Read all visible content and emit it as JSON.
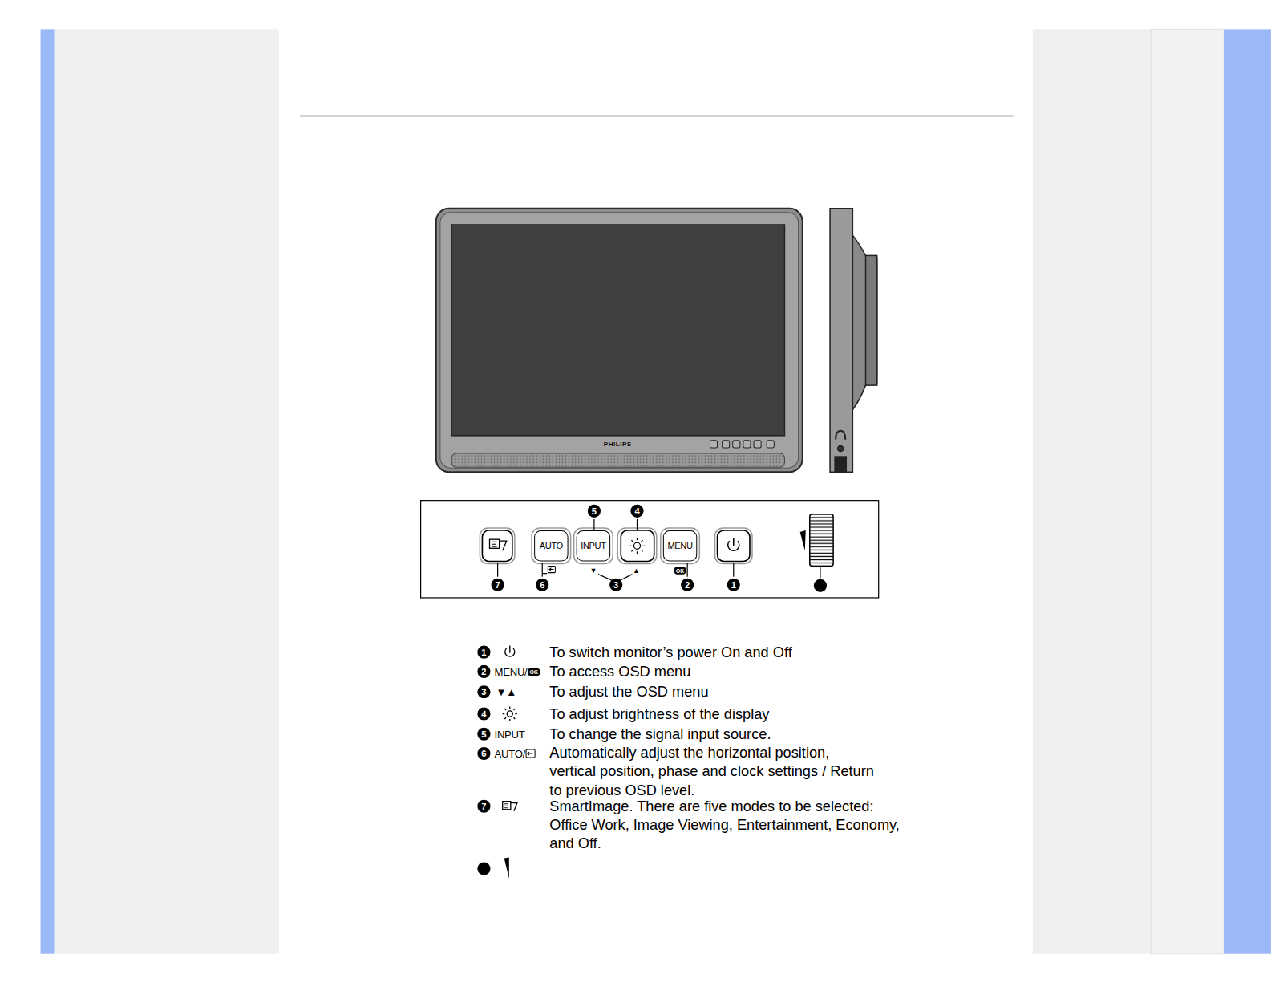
{
  "diagram": {
    "nodes": [
      {
        "text": [
          "AUTO"
        ]
      },
      {
        "text": [
          "INPUT"
        ]
      },
      {
        "text": [
          "MENU"
        ]
      }
    ],
    "labels": [
      "PHILIPS",
      "5",
      "4",
      "7",
      "6",
      "3",
      "2",
      "1",
      "▼",
      "▲",
      "OK",
      "1",
      "To switch monitor’s power On and Off",
      "2",
      "MENU/",
      "OK",
      "To access OSD menu",
      "3",
      "▼▲",
      "To adjust the OSD menu",
      "4",
      "To adjust brightness of the display",
      "5",
      "INPUT",
      "To change the signal input source.",
      "6",
      "AUTO/",
      "Automatically adjust the horizontal position, vertical position, phase and clock settings / Return to previous OSD level.",
      "7",
      "SmartImage. There are five modes to be selected: Office Work, Image Viewing, Entertainment, Economy, and Off."
    ]
  }
}
